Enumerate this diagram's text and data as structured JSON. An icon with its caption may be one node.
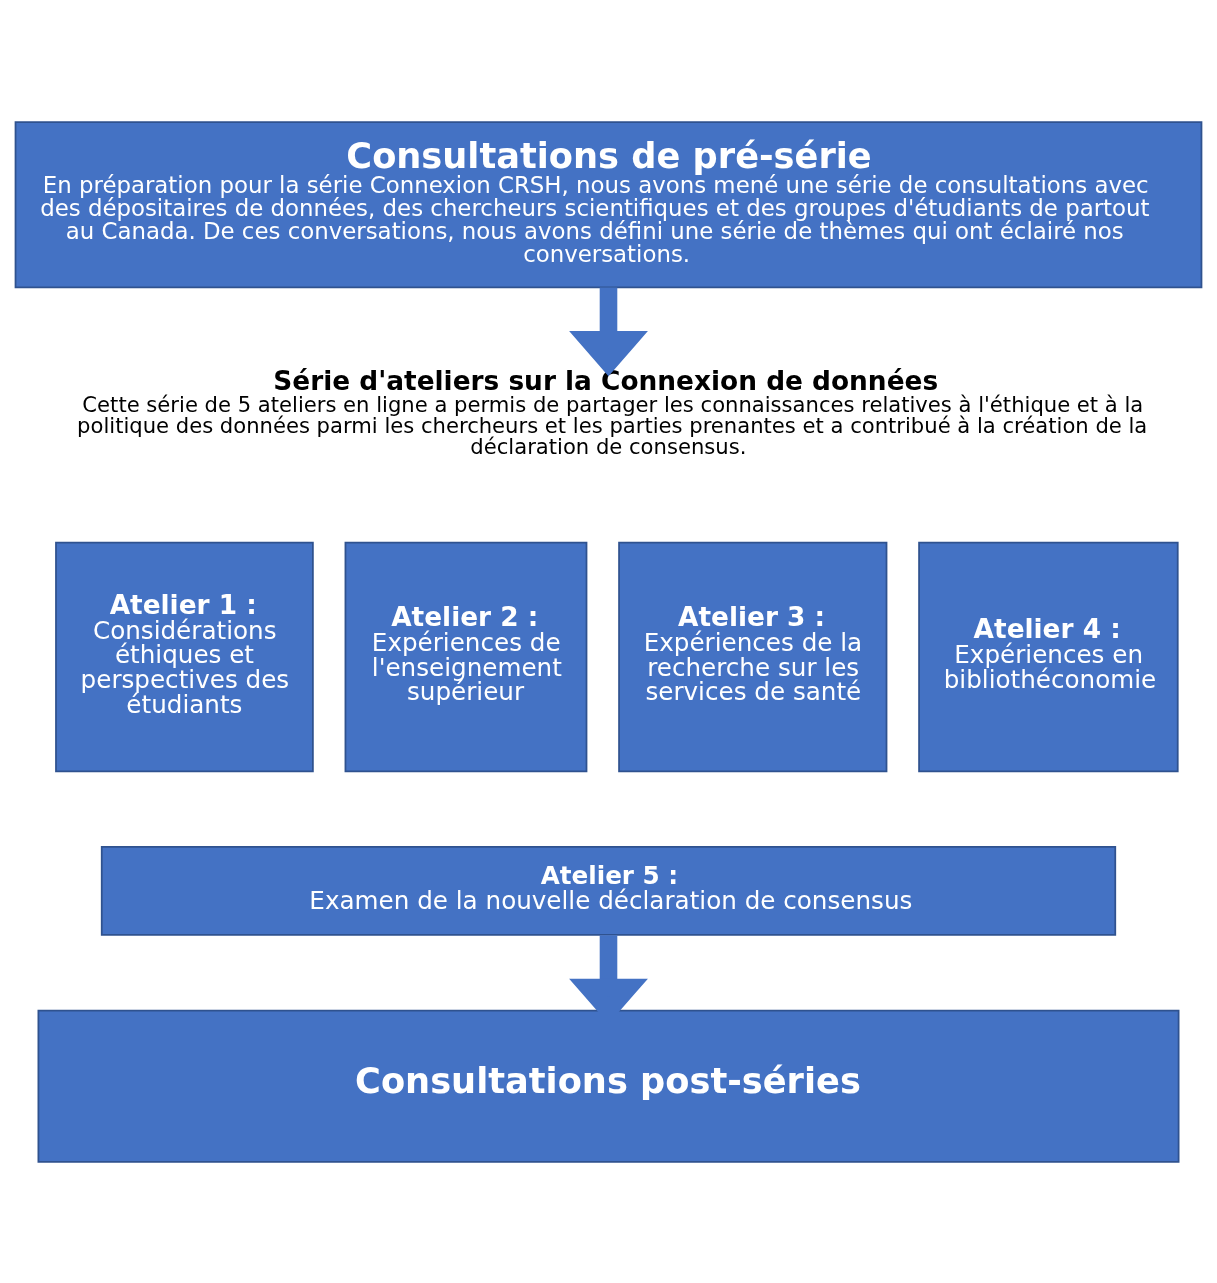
{
  "diagram": {
    "nodes": [
      {
        "text": [
          "Consultations de pré-série",
          "En préparation pour la série Connexion CRSH, nous avons mené une série de consultations avec des dépositaires de données, des chercheurs scientifiques et des groupes d'étudiants de partout au Canada. De ces conversations, nous avons défini une série de thèmes qui ont éclairé nos conversations."
        ]
      },
      {
        "text": [
          "Série d'ateliers sur la Connexion de données",
          "Cette série de 5 ateliers en ligne a permis de partager les connaissances relatives à l'éthique et à la politique des données parmi les chercheurs et les parties prenantes et a contribué à la création de la déclaration de consensus."
        ]
      },
      {
        "text": [
          "Atelier 1 :",
          "Considérations éthiques et perspectives des étudiants"
        ]
      },
      {
        "text": [
          "Atelier 2 :",
          "Expériences de l'enseignement supérieur"
        ]
      },
      {
        "text": [
          "Atelier 3 :",
          "Expériences de la recherche sur les services de santé"
        ]
      },
      {
        "text": [
          "Atelier 4 :",
          "Expériences en bibliothéconomie"
        ]
      },
      {
        "text": [
          "Atelier 5 :",
          "Examen de la nouvelle déclaration de consensus"
        ]
      },
      {
        "text": [
          "Consultations post-séries"
        ]
      }
    ],
    "edges": [
      {
        "from": 0,
        "to": 1,
        "arrow": "to"
      },
      {
        "from": 6,
        "to": 7,
        "arrow": "to"
      }
    ]
  }
}
